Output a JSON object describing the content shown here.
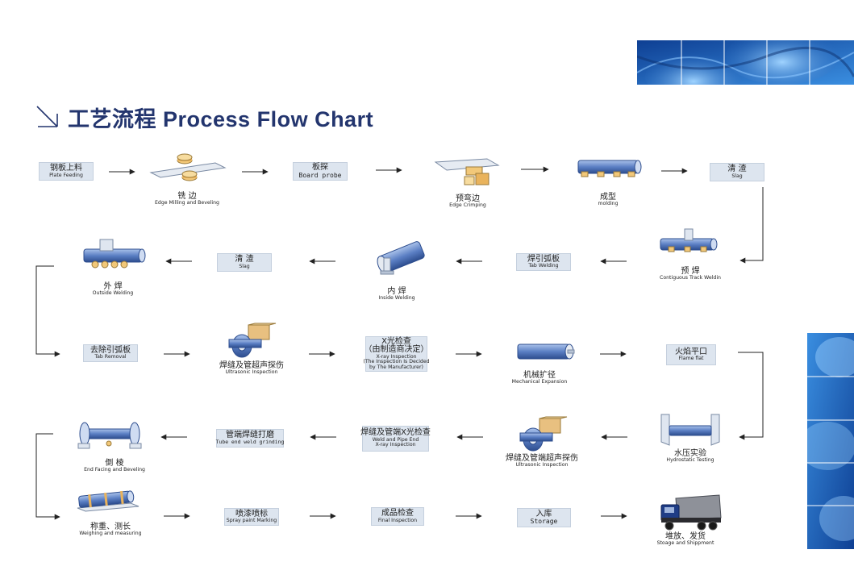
{
  "title": "工艺流程 Process Flow Chart",
  "colors": {
    "title": "#23356e",
    "box": "#dde5ef",
    "pipe": "#5b7fc4",
    "banner": "#1f63b8",
    "arrow": "#222222"
  },
  "steps": [
    {
      "id": "plate-feeding",
      "cn": "钢板上料",
      "en": "Plate Feeding",
      "kind": "box"
    },
    {
      "id": "edge-milling",
      "cn": "铣 边",
      "en": "Edge Milling and Beveling",
      "kind": "icon",
      "icon": "edge-milling-machine-icon"
    },
    {
      "id": "board-probe",
      "cn": "板探",
      "en": "Board probe",
      "kind": "box-mono"
    },
    {
      "id": "edge-crimping",
      "cn": "预弯边",
      "en": "Edge Crimping",
      "kind": "icon",
      "icon": "crimping-press-icon"
    },
    {
      "id": "molding",
      "cn": "成型",
      "en": "molding",
      "kind": "icon",
      "icon": "forming-pipe-icon"
    },
    {
      "id": "slag-1",
      "cn": "清 渣",
      "en": "Slag",
      "kind": "box"
    },
    {
      "id": "tack-welding",
      "cn": "预 焊",
      "en": "Contiguous Track Weldin",
      "kind": "icon",
      "icon": "tack-welding-pipe-icon"
    },
    {
      "id": "tab-welding",
      "cn": "焊引弧板",
      "en": "Tab Welding",
      "kind": "box"
    },
    {
      "id": "inside-welding",
      "cn": "内 焊",
      "en": "Inside Welding",
      "kind": "icon",
      "icon": "inside-welding-pipe-icon"
    },
    {
      "id": "slag-2",
      "cn": "清 渣",
      "en": "Slag",
      "kind": "box"
    },
    {
      "id": "outside-welding",
      "cn": "外 焊",
      "en": "Outside Welding",
      "kind": "icon",
      "icon": "outside-welding-pipe-icon"
    },
    {
      "id": "tab-removal",
      "cn": "去除引弧板",
      "en": "Tab Removal",
      "kind": "box"
    },
    {
      "id": "ultrasonic-1",
      "cn": "焊缝及管超声探伤",
      "en": "Ultrasonic Inspection",
      "kind": "icon",
      "icon": "ultrasonic-probe-icon"
    },
    {
      "id": "xray-1",
      "cn": "X光检查",
      "cn2": "（由制造商决定）",
      "en": "X-ray Inspection",
      "en2": "(The Inspection Is Decided",
      "en3": "by The Manufacturer)",
      "kind": "box"
    },
    {
      "id": "mech-expansion",
      "cn": "机械扩径",
      "en": "Mechanical Expansion",
      "kind": "icon",
      "icon": "expansion-pipe-icon"
    },
    {
      "id": "flame-flat",
      "cn": "火焰平口",
      "en": "Flame flat",
      "kind": "box"
    },
    {
      "id": "hydro-testing",
      "cn": "水压实验",
      "en": "Hydrostatic Testing",
      "kind": "icon",
      "icon": "hydrostatic-press-icon"
    },
    {
      "id": "ultrasonic-2",
      "cn": "焊缝及管端超声探伤",
      "en": "Ultrasonic Inspection",
      "kind": "icon",
      "icon": "ultrasonic-probe-icon"
    },
    {
      "id": "xray-2",
      "cn": "焊缝及管端X光检查",
      "en": "Weld and Pipe End",
      "en2": "X-ray Inspection",
      "kind": "box"
    },
    {
      "id": "grinding",
      "cn": "管端焊缝打磨",
      "en": "Tube end weld grinding",
      "kind": "box-mono"
    },
    {
      "id": "end-facing",
      "cn": "倒 棱",
      "en": "End Facing and Beveling",
      "kind": "icon",
      "icon": "end-facing-machine-icon"
    },
    {
      "id": "weighing",
      "cn": "称重、测长",
      "en": "Weighing and measuring",
      "kind": "icon",
      "icon": "weighing-pipe-icon"
    },
    {
      "id": "spray-marking",
      "cn": "喷漆喷标",
      "en": "Spray paint  Marking",
      "kind": "box"
    },
    {
      "id": "final-inspection",
      "cn": "成品检查",
      "en": "Final Inspection",
      "kind": "box"
    },
    {
      "id": "storage",
      "cn": "入库",
      "en": "Storage",
      "kind": "box-mono"
    },
    {
      "id": "shipment",
      "cn": "堆放、发货",
      "en": "Stoage and Shippment",
      "kind": "icon",
      "icon": "truck-icon"
    }
  ]
}
